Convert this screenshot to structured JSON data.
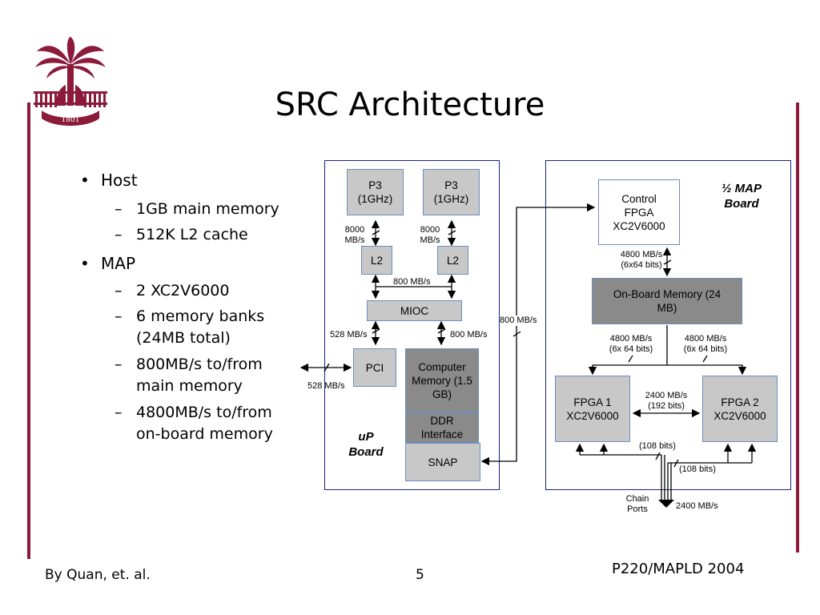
{
  "slide": {
    "title": "SRC Architecture",
    "bullets": [
      {
        "text": "Host",
        "subs": [
          "1GB main memory",
          "512K L2 cache"
        ]
      },
      {
        "text": "MAP",
        "subs": [
          "2 XC2V6000",
          "6 memory banks (24MB total)",
          "800MB/s to/from main memory",
          "4800MB/s to/from on-board memory"
        ]
      }
    ],
    "bullet_marker": "•",
    "sub_marker": "–",
    "footer_left": "By Quan, et. al.",
    "footer_page": "5",
    "footer_right": "P220/MAPLD 2004",
    "accent_color": "#8b1a3b",
    "logo_year": "1801",
    "logo_icon": "palmetto-tree-logo-icon"
  },
  "diagram": {
    "up_board": {
      "label": "uP Board",
      "p3_left": "P3 (1GHz)",
      "p3_right": "P3 (1GHz)",
      "l2_left": "L2",
      "l2_right": "L2",
      "mioc": "MIOC",
      "pci": "PCI",
      "computer_memory": "Computer Memory (1.5 GB)",
      "ddr_interface": "DDR Interface",
      "snap": "SNAP",
      "bw_p3_l2_left": "8000 MB/s",
      "bw_p3_l2_right": "8000 MB/s",
      "bw_l2_mioc": "800 MB/s",
      "bw_mioc_pci": "528 MB/s",
      "bw_mioc_mem": "800 MB/s",
      "bw_pci_ext": "528 MB/s"
    },
    "map_board": {
      "label": "½ MAP Board",
      "control_fpga": "Control FPGA XC2V6000",
      "onboard_memory": "On-Board Memory (24 MB)",
      "fpga1": "FPGA 1 XC2V6000",
      "fpga2": "FPGA 2 XC2V6000",
      "bw_ctrl_mem": "4800 MB/s (6x64 bits)",
      "bw_mem_fpga1": "4800 MB/s (6x 64 bits)",
      "bw_mem_fpga2": "4800 MB/s (6x 64 bits)",
      "bw_fpga_fpga": "2400 MB/s (192 bits)",
      "bits_bottom_1": "(108 bits)",
      "bits_bottom_2": "(108 bits)",
      "chain_ports": "Chain Ports",
      "bw_chain": "2400 MB/s"
    },
    "bw_snap_control": "800 MB/s"
  }
}
